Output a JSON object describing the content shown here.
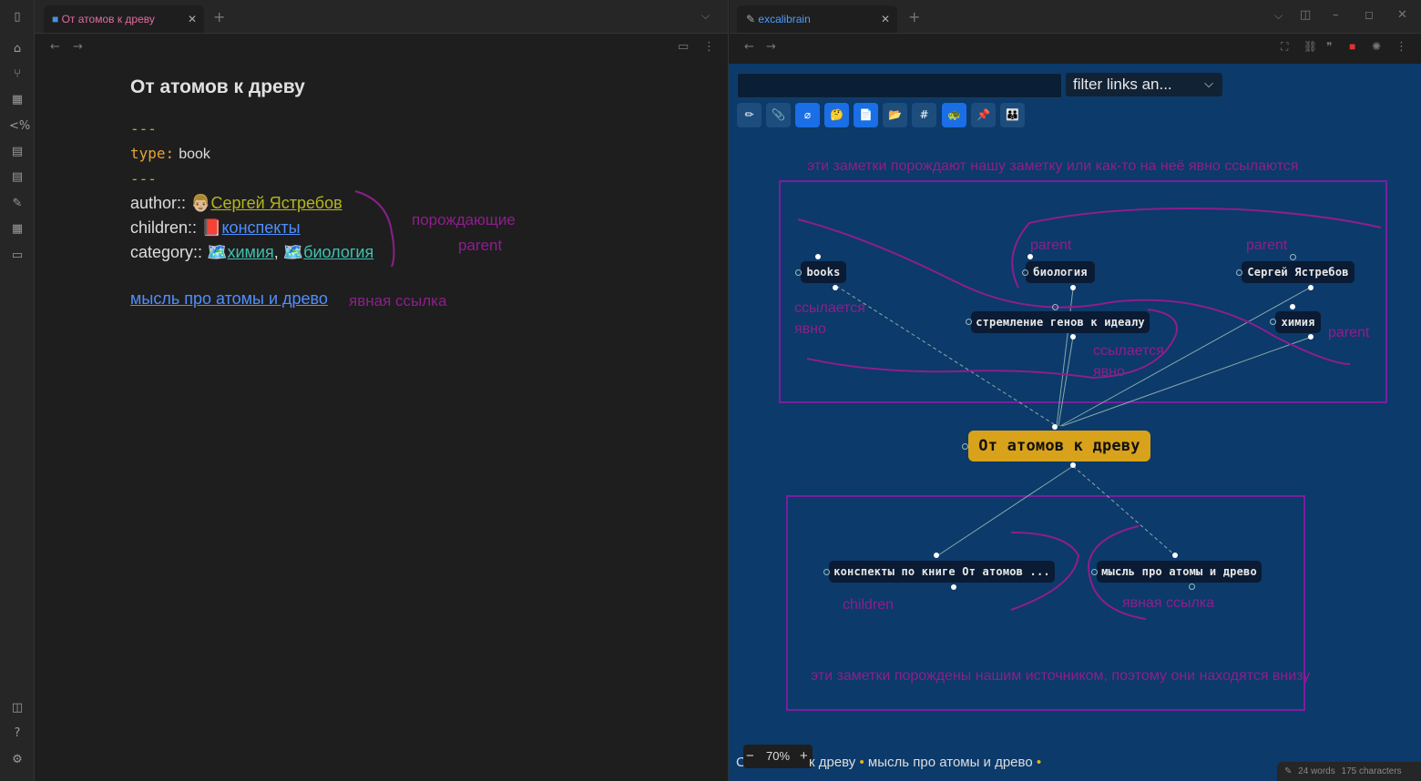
{
  "left_tab": {
    "title": "От атомов к древу"
  },
  "right_tab": {
    "title": "excalibrain"
  },
  "note": {
    "title": "От атомов к древу",
    "frontmatter_delim": "---",
    "type_key": "type:",
    "type_value": "book",
    "author_key": "author::",
    "author_emoji": "👨🏼",
    "author_value": "Сергей Ястребов",
    "children_key": "children::",
    "children_emoji": "📕",
    "children_value": "конспекты",
    "category_key": "category::",
    "category_emoji": "🗺️",
    "category_v1": "химия",
    "category_sep": ",",
    "category_v2": "биология",
    "explicit_link": "мысль про атомы и древо",
    "ann_parent_1": "порождающие",
    "ann_parent_2": "parent",
    "ann_explicit": "явная ссылка"
  },
  "graph": {
    "filter_placeholder": "filter links an...",
    "toolbar": [
      "✏",
      "📎",
      "⌀",
      "🤔",
      "📄",
      "📂",
      "#",
      "🐢",
      "📌",
      "👪"
    ],
    "nodes": {
      "books": "books",
      "biology": "биология",
      "author": "Сергей Ястребов",
      "genes": "стремление генов к идеалу",
      "chemistry": "химия",
      "center": "От атомов к древу",
      "summary": "конспекты по книге От атомов ...",
      "thought": "мысль про атомы и древо"
    },
    "ann_top": "эти заметки порождают нашу заметку или как-то на неё явно ссылаются",
    "ann_bottom": "эти заметки порождены нашим источником, поэтому они находятся внизу",
    "ann_parent_a": "parent",
    "ann_parent_b": "parent",
    "ann_parent_c": "parent",
    "ann_ref1_a": "ссылается",
    "ann_ref1_b": "явно",
    "ann_ref2_a": "ссылается",
    "ann_ref2_b": "явно",
    "ann_children": "children",
    "ann_explicit": "явная ссылка",
    "zoom": "70%",
    "breadcrumbs_a": "к древу",
    "breadcrumbs_b": "мысль про атомы и древо",
    "breadcrumb_cut": "С"
  },
  "status": {
    "words": "24 words",
    "chars": "175 characters"
  },
  "colors": {
    "accent_yellow": "#d8a21a",
    "graph_bg": "#0c3a6a",
    "annotation": "#8e1e8c"
  }
}
